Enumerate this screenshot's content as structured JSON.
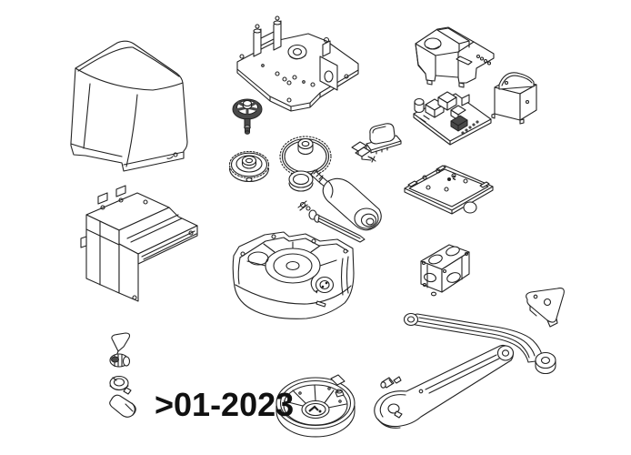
{
  "diagram": {
    "kind": "exploded-spare-parts-line-drawing",
    "subject": "gate operator spare parts",
    "version_label": ">01-2023",
    "background": "#ffffff",
    "line_color": "#222222",
    "dark_accent": "#4a4a4a",
    "parts": [
      {
        "id": "top-cover-housing",
        "label": "plastic top cover housing"
      },
      {
        "id": "motor-base-plate",
        "label": "motor base plate with posts"
      },
      {
        "id": "spoked-pinion-gear",
        "label": "spoked pinion gear with shaft"
      },
      {
        "id": "ribbed-drive-pulley",
        "label": "ribbed drive pulley gear"
      },
      {
        "id": "large-spur-gear",
        "label": "large spur gear with hub"
      },
      {
        "id": "electric-motor",
        "label": "electric motor with threaded shaft"
      },
      {
        "id": "worm-shaft",
        "label": "worm shaft with clips and collar"
      },
      {
        "id": "control-board-cover",
        "label": "control board cover with round hole"
      },
      {
        "id": "transformer",
        "label": "transformer"
      },
      {
        "id": "control-pcb",
        "label": "control circuit board"
      },
      {
        "id": "encoder-module",
        "label": "small encoder module"
      },
      {
        "id": "limit-switch",
        "label": "limit switch part"
      },
      {
        "id": "electronics-mounting-plate",
        "label": "flat mounting plate with holes"
      },
      {
        "id": "chassis-frame",
        "label": "chassis frame with rails"
      },
      {
        "id": "gearbox-housing",
        "label": "gearbox housing with round chamber"
      },
      {
        "id": "mounting-bracket-block",
        "label": "mounting bracket block with holes"
      },
      {
        "id": "triangular-bracket",
        "label": "triangular bracket plate"
      },
      {
        "id": "curved-arm",
        "label": "curved transmission arm"
      },
      {
        "id": "straight-arm",
        "label": "straight transmission arm with slotted end"
      },
      {
        "id": "clevis-pin",
        "label": "small clevis pin"
      },
      {
        "id": "release-lever",
        "label": "release lever with knurled barrel"
      },
      {
        "id": "lock-cap",
        "label": "lock cap ring"
      },
      {
        "id": "release-screw",
        "label": "release screw plug"
      },
      {
        "id": "release-dial",
        "label": "round release dial with spokes"
      }
    ]
  }
}
